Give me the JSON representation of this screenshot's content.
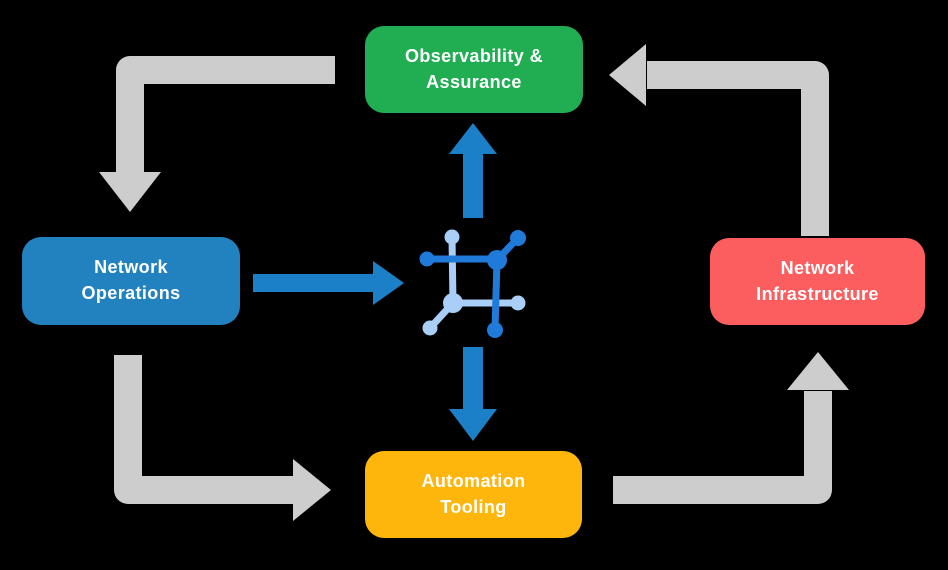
{
  "nodes": {
    "observability": {
      "line1": "Observability &",
      "line2": "Assurance",
      "color": "#21AE53",
      "text_color": "#FFFFFF"
    },
    "network_operations": {
      "line1": "Network",
      "line2": "Operations",
      "color": "#2281BF",
      "text_color": "#FFFFFF"
    },
    "network_infrastructure": {
      "line1": "Network",
      "line2": "Infrastructure",
      "color": "#FC5D5F",
      "text_color": "#FFFFFF"
    },
    "automation_tooling": {
      "line1": "Automation",
      "line2": "Tooling",
      "color": "#FEB60D",
      "text_color": "#FFFFFF"
    }
  },
  "arrows": {
    "cycle_color": "#CDCDCD",
    "flow_color": "#1C80C8"
  },
  "icon": {
    "name": "network-automation-icon",
    "dark_color": "#1F7AD9",
    "light_color": "#A9CEF7"
  }
}
